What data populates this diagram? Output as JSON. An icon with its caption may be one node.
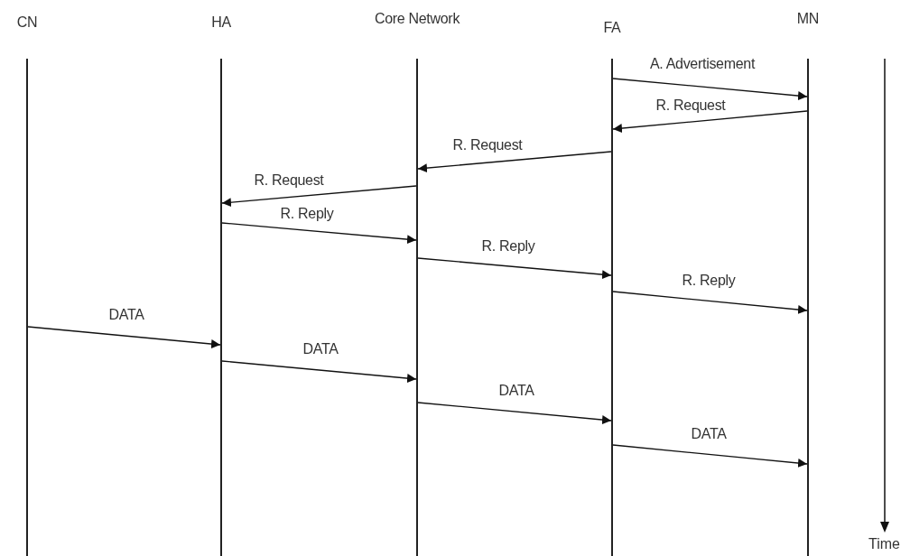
{
  "diagram": {
    "nodes": [
      {
        "text": [
          "CN"
        ]
      },
      {
        "text": [
          "HA"
        ]
      },
      {
        "text": [
          "Core Network"
        ]
      },
      {
        "text": [
          "FA"
        ]
      },
      {
        "text": [
          "MN"
        ]
      }
    ],
    "edges": [
      {
        "from": 3,
        "to": 4,
        "arrow": "to",
        "label": "A. Advertisement"
      },
      {
        "from": 4,
        "to": 3,
        "arrow": "to",
        "label": "R. Request"
      },
      {
        "from": 3,
        "to": 2,
        "arrow": "to",
        "label": "R. Request"
      },
      {
        "from": 2,
        "to": 1,
        "arrow": "to",
        "label": "R. Request"
      },
      {
        "from": 1,
        "to": 2,
        "arrow": "to",
        "label": "R. Reply"
      },
      {
        "from": 2,
        "to": 3,
        "arrow": "to",
        "label": "R. Reply"
      },
      {
        "from": 3,
        "to": 4,
        "arrow": "to",
        "label": "R. Reply"
      },
      {
        "from": 0,
        "to": 1,
        "arrow": "to",
        "label": "DATA"
      },
      {
        "from": 1,
        "to": 2,
        "arrow": "to",
        "label": "DATA"
      },
      {
        "from": 2,
        "to": 3,
        "arrow": "to",
        "label": "DATA"
      },
      {
        "from": 3,
        "to": 4,
        "arrow": "to",
        "label": "DATA"
      }
    ],
    "labels": [
      "Time"
    ]
  }
}
